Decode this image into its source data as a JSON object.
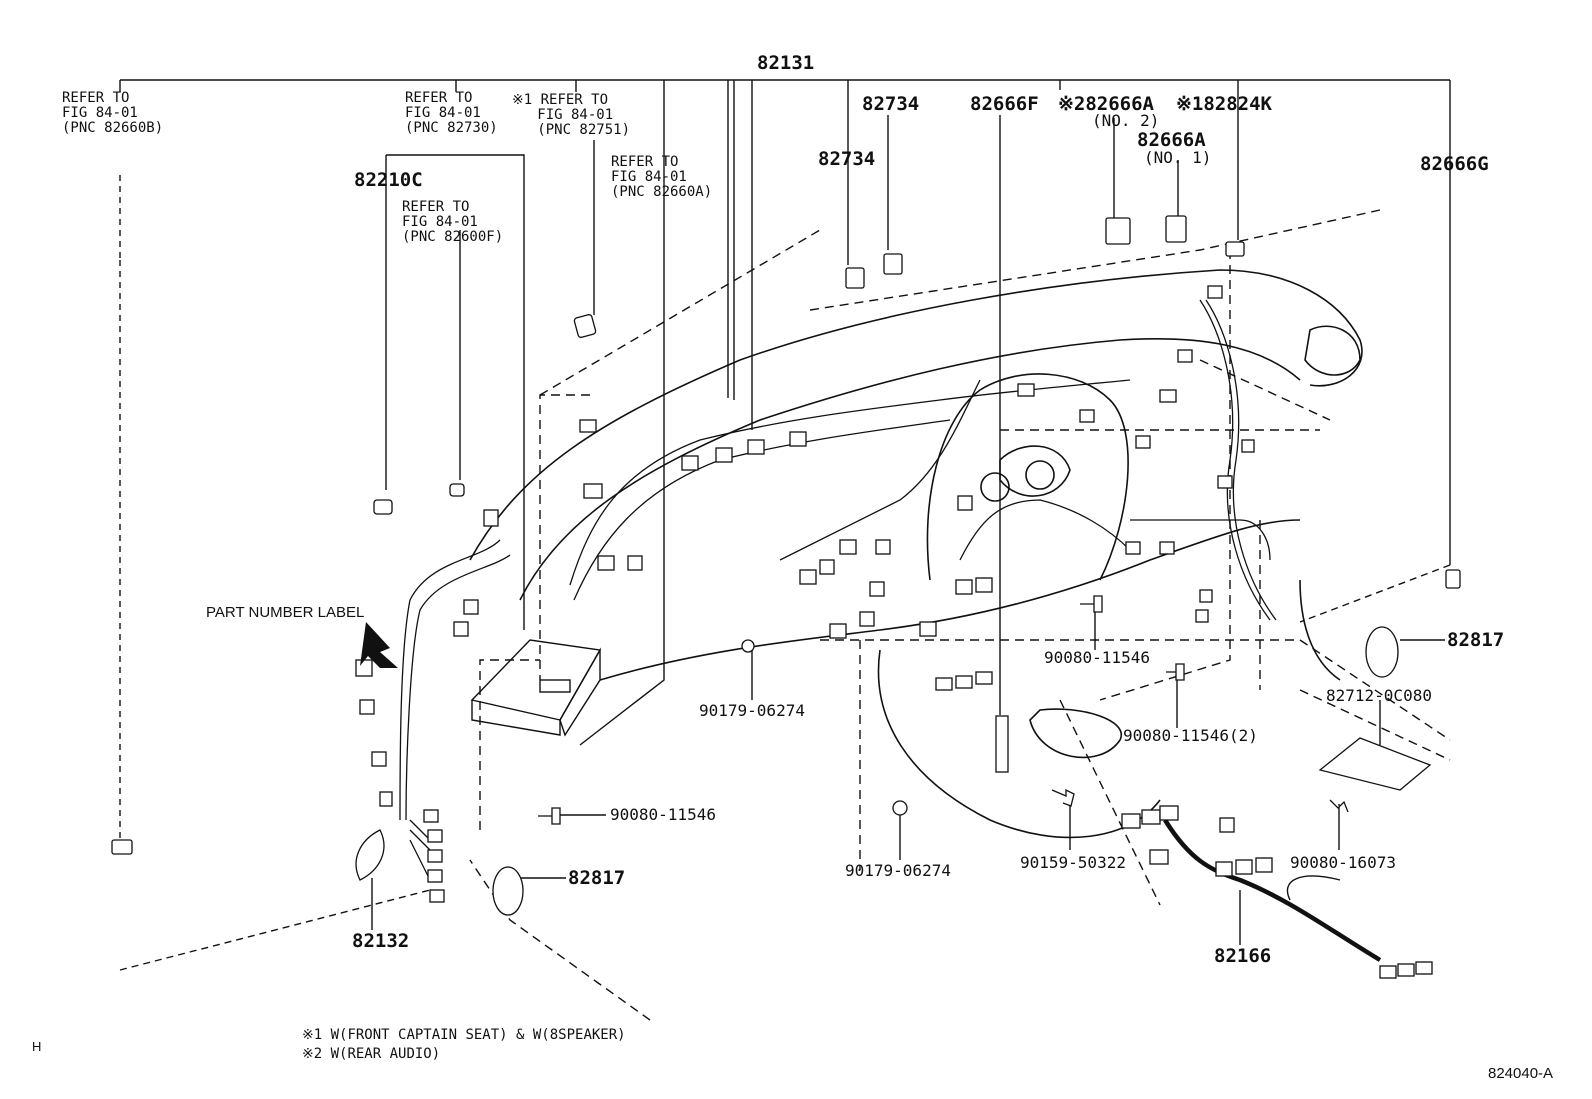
{
  "diagram": {
    "figure_id": "824040-A",
    "corner_mark": "H",
    "part_number_label_text": "PART NUMBER LABEL",
    "parts": {
      "p82131": "82131",
      "p82734_top": "82734",
      "p82734": "82734",
      "p82666F": "82666F",
      "p82666A_no2": "※282666A",
      "p82666A_no2_sub": "(NO. 2)",
      "p82666A_no1": "82666A",
      "p82666A_no1_sub": "(NO. 1)",
      "p82824K": "※182824K",
      "p82666G": "82666G",
      "p82210C": "82210C",
      "p82817_right": "82817",
      "p82712": "82712-0C080",
      "p90080_11546_a": "90080-11546",
      "p90080_11546_2": "90080-11546(2)",
      "p90179_06274_a": "90179-06274",
      "p90080_11546_b": "90080-11546",
      "p90179_06274_b": "90179-06274",
      "p90159_50322": "90159-50322",
      "p90080_16073": "90080-16073",
      "p82817_left": "82817",
      "p82132": "82132",
      "p82166": "82166"
    },
    "references": {
      "ref1": "REFER TO\nFIG 84-01\n(PNC 82660B)",
      "ref2": "REFER TO\nFIG 84-01\n(PNC 82730)",
      "ref3": "※1 REFER TO\n   FIG 84-01\n   (PNC 82751)",
      "ref4": "REFER TO\nFIG 84-01\n(PNC 82660A)",
      "ref5": "REFER TO\nFIG 84-01\n(PNC 82600F)"
    },
    "footnotes": {
      "note1": "※1 W(FRONT CAPTAIN SEAT) & W(8SPEAKER)",
      "note2": "※2 W(REAR AUDIO)"
    }
  }
}
